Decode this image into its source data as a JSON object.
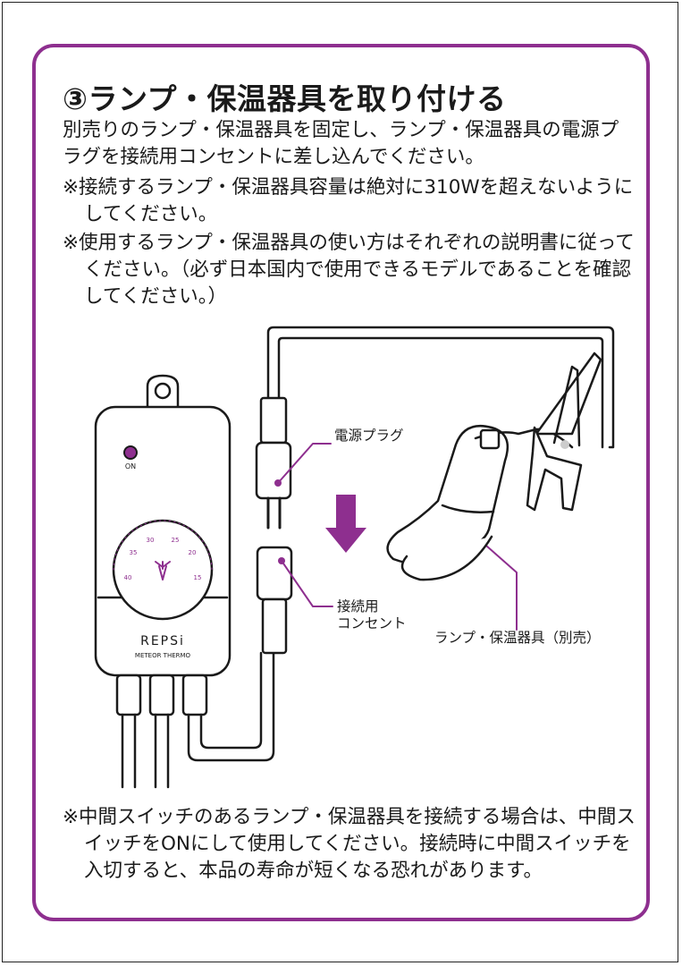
{
  "title": "③ランプ・保温器具を取り付ける",
  "intro": "別売りのランプ・保温器具を固定し、ランプ・保温器具の電源プラグを接続用コンセントに差し込んでください。",
  "notes": [
    "※接続するランプ・保温器具容量は絶対に310Wを超えないようにしてください。",
    "※使用するランプ・保温器具の使い方はそれぞれの説明書に従ってください。（必ず日本国内で使用できるモデルであることを確認してください。）"
  ],
  "bottom_note": "※中間スイッチのあるランプ・保温器具を接続する場合は、中間スイッチをONにして使用してください。接続時に中間スイッチを入切すると、本品の寿命が短くなる恐れがあります。",
  "device": {
    "on_label": "ON",
    "brand": "REPSi",
    "model": "METEOR THERMO",
    "dial_ticks": [
      "40",
      "35",
      "30",
      "25",
      "20",
      "15"
    ]
  },
  "labels": {
    "plug": "電源プラグ",
    "outlet_line1": "接続用",
    "outlet_line2": "コンセント",
    "lamp": "ランプ・保温器具（別売）"
  },
  "colors": {
    "accent": "#8e2f8f",
    "ink": "#1a1a1a"
  }
}
